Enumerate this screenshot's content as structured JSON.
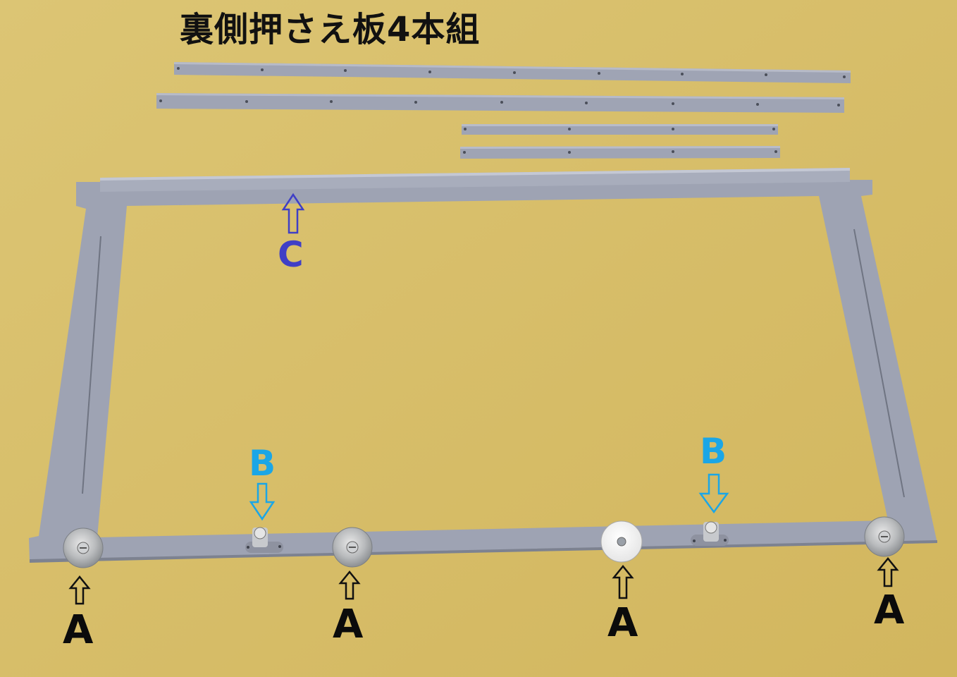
{
  "title": "裏側押さえ板4本組",
  "labels": {
    "a": "A",
    "b": "B",
    "c": "C"
  },
  "colors": {
    "background": "#d9c06c",
    "frame": "#9ea3b3",
    "label_a": "#0b0b0b",
    "label_b": "#1ba6e6",
    "label_c": "#3f3fc6"
  }
}
